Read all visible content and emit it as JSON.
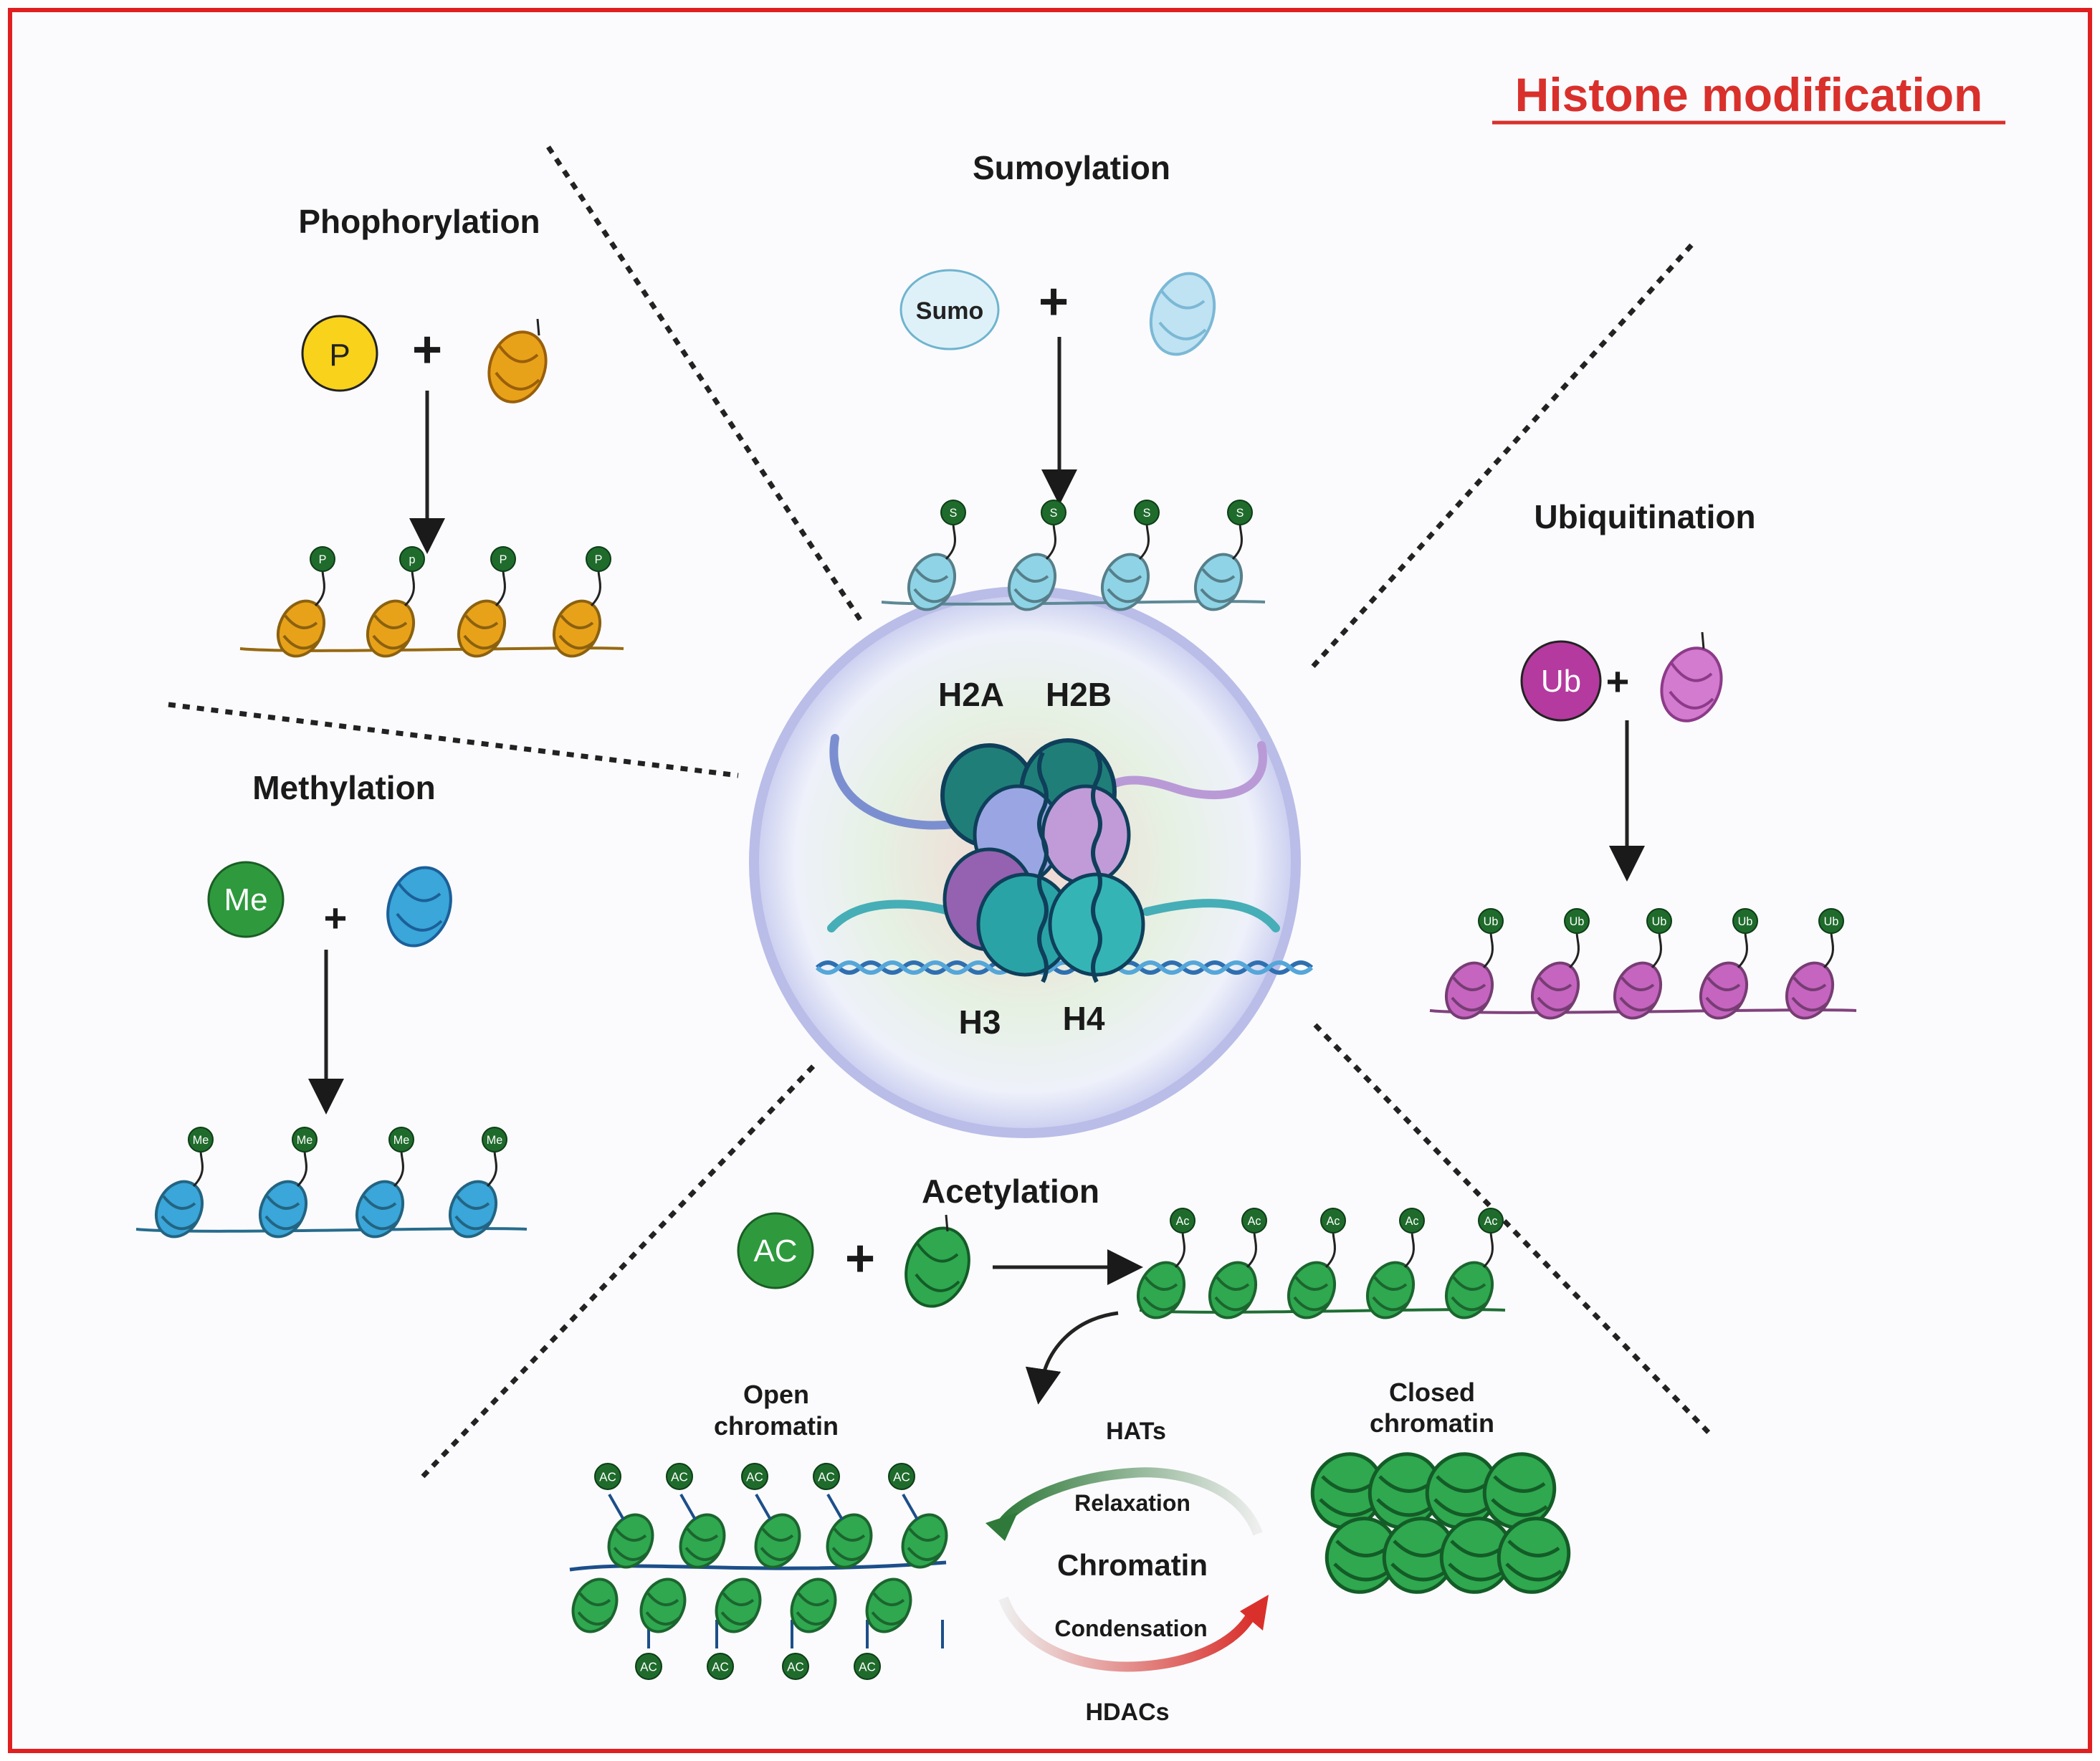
{
  "title": "Histone modification",
  "core": {
    "histones": [
      "H2A",
      "H2B",
      "H3",
      "H4"
    ]
  },
  "phosphorylation": {
    "label": "Phophorylation",
    "badge": "P",
    "tags": [
      "P",
      "p",
      "P",
      "P"
    ],
    "plus": "+",
    "color": "#e8a21a"
  },
  "sumoylation": {
    "label": "Sumoylation",
    "badge": "Sumo",
    "tags": [
      "S",
      "S",
      "S",
      "S"
    ],
    "plus": "+",
    "color": "#8fd3e6"
  },
  "ubiquitination": {
    "label": "Ubiquitination",
    "badge": "Ub",
    "tags": [
      "Ub",
      "Ub",
      "Ub",
      "Ub"
    ],
    "plus": "+",
    "color": "#c565c0"
  },
  "methylation": {
    "label": "Methylation",
    "badge": "Me",
    "tags": [
      "Me",
      "Me",
      "Me",
      "Me"
    ],
    "plus": "+",
    "color": "#3aa6d9"
  },
  "acetylation": {
    "label": "Acetylation",
    "badge": "AC",
    "tags": [
      "Ac",
      "Ac",
      "Ac",
      "Ac",
      "Ac"
    ],
    "plus": "+",
    "color": "#2fa84f"
  },
  "open_chromatin": {
    "label_line1": "Open",
    "label_line2": "chromatin",
    "tag": "AC"
  },
  "closed_chromatin": {
    "label_line1": "Closed",
    "label_line2": "chromatin"
  },
  "cycle": {
    "top": "HATs",
    "relaxation": "Relaxation",
    "center": "Chromatin",
    "condensation": "Condensation",
    "bottom": "HDACs"
  },
  "colors": {
    "frame": "#e02020",
    "title": "#d9302c",
    "badge_green": "#2e9a3d",
    "tag_green": "#1f6b2c"
  }
}
